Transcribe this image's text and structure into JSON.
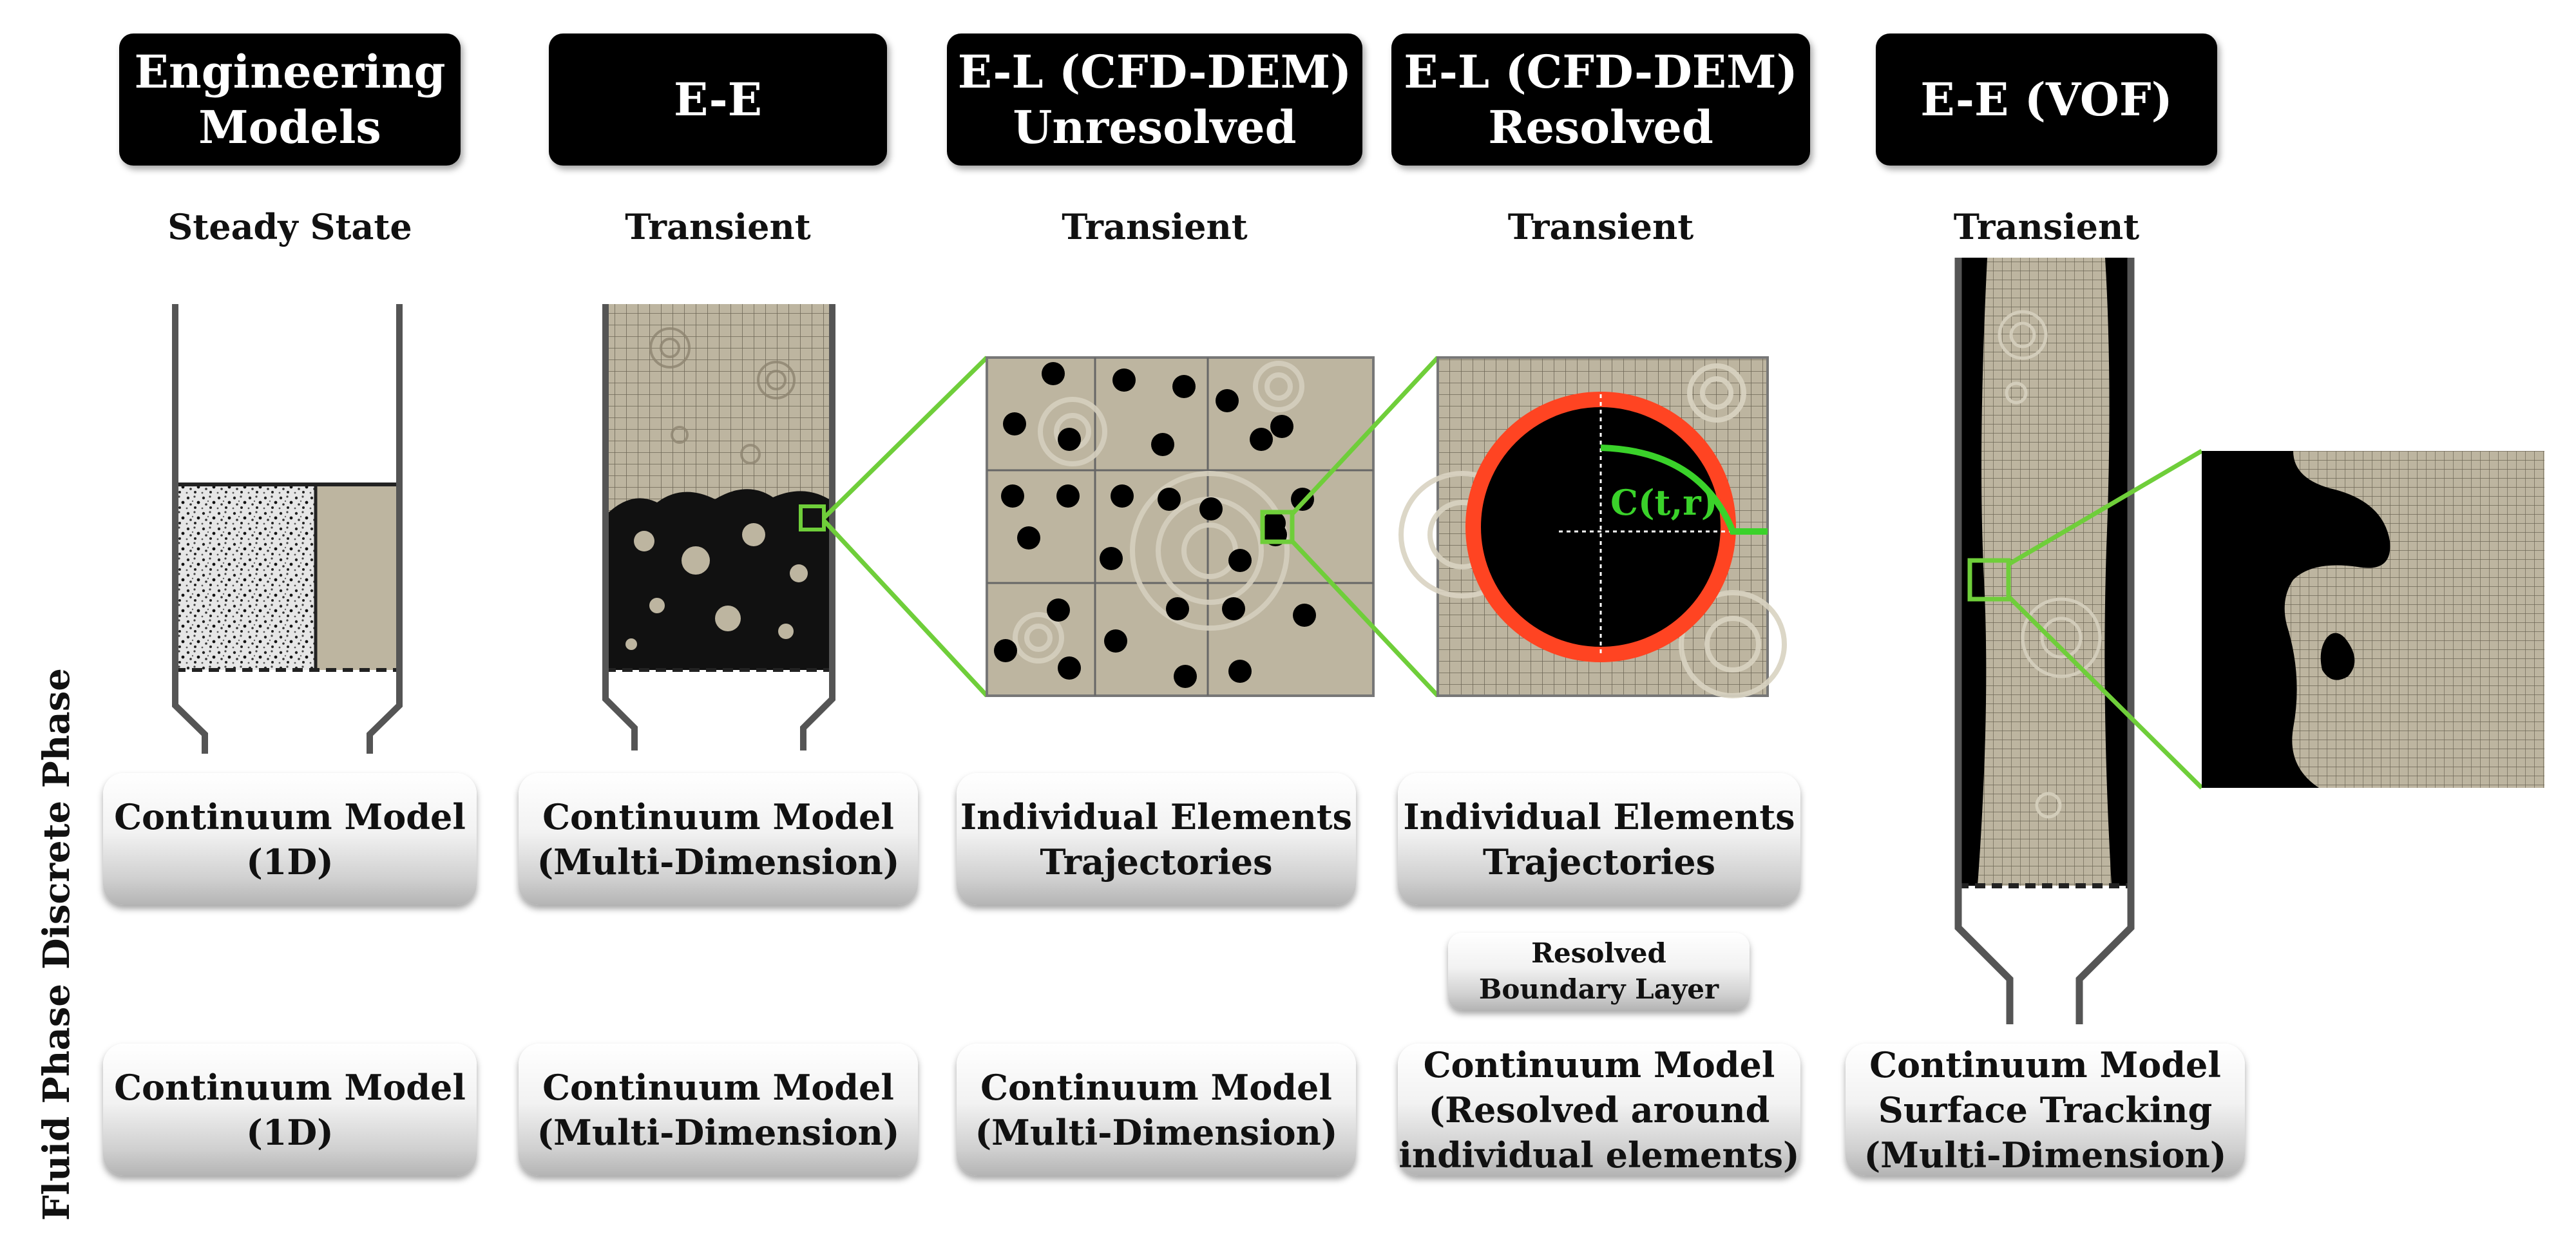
{
  "columns": [
    {
      "header": [
        "Engineering",
        "Models"
      ],
      "regime": "Steady State",
      "discrete": [
        "Continuum Model",
        "(1D)"
      ],
      "fluid": [
        "Continuum Model",
        "(1D)"
      ]
    },
    {
      "header": [
        "E-E"
      ],
      "regime": "Transient",
      "discrete": [
        "Continuum Model",
        "(Multi-Dimension)"
      ],
      "fluid": [
        "Continuum Model",
        "(Multi-Dimension)"
      ]
    },
    {
      "header": [
        "E-L (CFD-DEM)",
        "Unresolved"
      ],
      "regime": "Transient",
      "discrete": [
        "Individual Elements",
        "Trajectories"
      ],
      "fluid": [
        "Continuum Model",
        "(Multi-Dimension)"
      ]
    },
    {
      "header": [
        "E-L (CFD-DEM)",
        "Resolved"
      ],
      "regime": "Transient",
      "discrete": [
        "Individual Elements",
        "Trajectories"
      ],
      "extra": [
        "Resolved",
        "Boundary Layer"
      ],
      "fluid": [
        "Continuum Model",
        "(Resolved around",
        "individual elements)"
      ]
    },
    {
      "header": [
        "E-E (VOF)"
      ],
      "regime": "Transient",
      "fluid": [
        "Continuum Model",
        "Surface Tracking",
        "(Multi-Dimension)"
      ]
    }
  ],
  "row_labels": {
    "discrete": "Discrete Phase",
    "fluid": "Fluid Phase"
  },
  "annotation": "C(t,r)",
  "colors": {
    "accent": "#6fce3a",
    "sand": "#bdb5a0",
    "ring": "#ff4422",
    "header_bg": "#000000"
  }
}
